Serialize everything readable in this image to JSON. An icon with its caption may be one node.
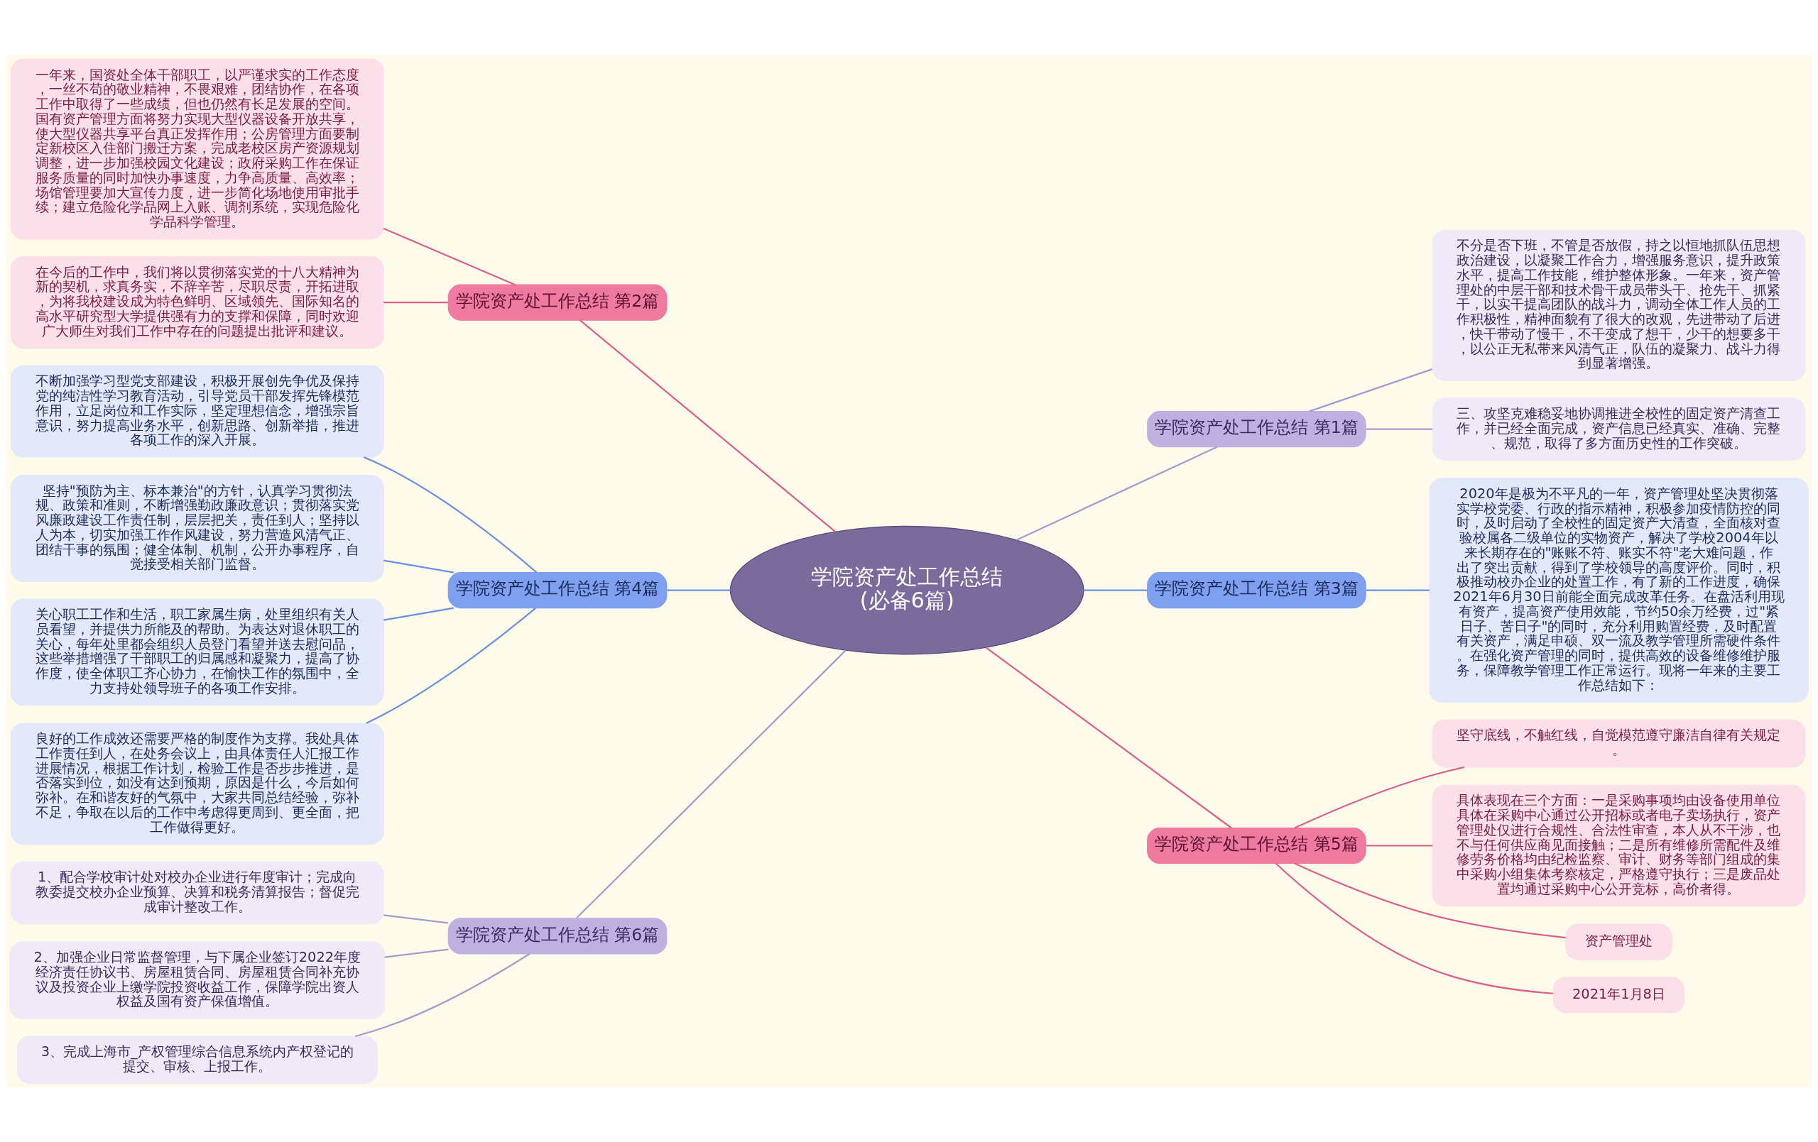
{
  "diagram": {
    "nodes": [
      {
        "text": [
          "学院资产处工作总结(必备6篇)"
        ]
      },
      {
        "text": [
          "学院资产处工作总结 第1篇"
        ]
      },
      {
        "text": [
          "不分是否下班，不管是否放假，持之以恒地抓队伍思想政治建设，以凝聚工作合力，增强服务意识，提升政策水平，提高工作技能，维护整体形象。一年来，资产管理处的中层干部和技术骨干成员带头干、抢先干、抓紧干，以实干提高团队的战斗力，调动全体工作人员的工作积极性，精神面貌有了很大的改观，先进带动了后进，快干带动了慢干，不干变成了想干，少干的想要多干，以公正无私带来风清气正，队伍的凝聚力、战斗力得到显著增强。"
        ]
      },
      {
        "text": [
          "三、攻坚克难稳妥地协调推进全校性的固定资产清查工作，并已经全面完成，资产信息已经真实、准确、完整、规范，取得了多方面历史性的工作突破。"
        ]
      },
      {
        "text": [
          "学院资产处工作总结 第3篇"
        ]
      },
      {
        "text": [
          "2020年是极为不平凡的一年，资产管理处坚决贯彻落实学校党委、行政的指示精神，积极参加疫情防控的同时，及时启动了全校性的固定资产大清查，全面核对查验校属各二级单位的实物资产，解决了学校2004年以来长期存在的\"账账不符、账实不符\"老大难问题，作出了突出贡献，得到了学校领导的高度评价。同时，积极推动校办企业的处置工作，有了新的工作进度，确保2021年6月30日前能全面完成改革任务。在盘活利用现有资产，提高资产使用效能，节约50余万经费，过\"紧日子、苦日子\"的同时，充分利用购置经费，及时配置有关资产，满足申硕、双一流及教学管理所需硬件条件。在强化资产管理的同时，提供高效的设备维修维护服务，保障教学管理工作正常运行。现将一年来的主要工作总结如下："
        ]
      },
      {
        "text": [
          "学院资产处工作总结 第5篇"
        ]
      },
      {
        "text": [
          "坚守底线，不触红线，自觉模范遵守廉洁自律有关规定。"
        ]
      },
      {
        "text": [
          "具体表现在三个方面：一是采购事项均由设备使用单位具体在采购中心通过公开招标或者电子卖场执行，资产管理处仅进行合规性、合法性审查，本人从不干涉，也不与任何供应商见面接触；二是所有维修所需配件及维修劳务价格均由纪检监察、审计、财务等部门组成的集中采购小组集体考察核定，严格遵守执行；三是废品处置均通过采购中心公开竞标，高价者得。"
        ]
      },
      {
        "text": [
          "资产管理处"
        ]
      },
      {
        "text": [
          "2021年1月8日"
        ]
      },
      {
        "text": [
          "学院资产处工作总结 第2篇"
        ]
      },
      {
        "text": [
          "一年来，国资处全体干部职工，以严谨求实的工作态度，一丝不苟的敬业精神，不畏艰难，团结协作，在各项工作中取得了一些成绩，但也仍然有长足发展的空间。国有资产管理方面将努力实现大型仪器设备开放共享，使大型仪器共享平台真正发挥作用；公房管理方面要制定新校区入住部门搬迁方案，完成老校区房产资源规划调整，进一步加强校园文化建设；政府采购工作在保证服务质量的同时加快办事速度，力争高质量、高效率；场馆管理要加大宣传力度，进一步简化场地使用审批手续；建立危险化学品网上入账、调剂系统，实现危险化学品科学管理。"
        ]
      },
      {
        "text": [
          "在今后的工作中，我们将以贯彻落实党的十八大精神为新的契机，求真务实，不辞辛苦，尽职尽责，开拓进取，为将我校建设成为特色鲜明、区域领先、国际知名的高水平研究型大学提供强有力的支撑和保障，同时欢迎广大师生对我们工作中存在的问题提出批评和建议。"
        ]
      },
      {
        "text": [
          "学院资产处工作总结 第4篇"
        ]
      },
      {
        "text": [
          "不断加强学习型党支部建设，积极开展创先争优及保持党的纯洁性学习教育活动，引导党员干部发挥先锋模范作用，立足岗位和工作实际，坚定理想信念，增强宗旨意识，努力提高业务水平，创新思路、创新举措，推进各项工作的深入开展。"
        ]
      },
      {
        "text": [
          "坚持\"预防为主、标本兼治\"的方针，认真学习贯彻法规、政策和准则，不断增强勤政廉政意识；贯彻落实党风廉政建设工作责任制，层层把关，责任到人；坚持以人为本，切实加强工作作风建设，努力营造风清气正、团结干事的氛围；健全体制、机制，公开办事程序，自觉接受相关部门监督。"
        ]
      },
      {
        "text": [
          "关心职工工作和生活，职工家属生病，处里组织有关人员看望，并提供力所能及的帮助。为表达对退休职工的关心，每年处里都会组织人员登门看望并送去慰问品，这些举措增强了干部职工的归属感和凝聚力，提高了协作度，使全体职工齐心协力，在愉快工作的氛围中，全力支持处领导班子的各项工作安排。"
        ]
      },
      {
        "text": [
          "良好的工作成效还需要严格的制度作为支撑。我处具体工作责任到人，在处务会议上，由具体责任人汇报工作进展情况，根据工作计划，检验工作是否步步推进，是否落实到位，如没有达到预期，原因是什么，今后如何弥补。在和谐友好的气氛中，大家共同总结经验，弥补不足，争取在以后的工作中考虑得更周到、更全面，把工作做得更好。"
        ]
      },
      {
        "text": [
          "学院资产处工作总结 第6篇"
        ]
      },
      {
        "text": [
          "1、配合学校审计处对校办企业进行年度审计；完成向教委提交校办企业预算、决算和税务清算报告；督促完成审计整改工作。"
        ]
      },
      {
        "text": [
          "2、加强企业日常监督管理，与下属企业签订2022年度经济责任协议书、房屋租赁合同、房屋租赁合同补充协议及投资企业上缴学院投资收益工作，保障学院出资人权益及国有资产保值增值。"
        ]
      },
      {
        "text": [
          "3、完成上海市_产权管理综合信息系统内产权登记的提交、审核、上报工作。"
        ]
      }
    ],
    "edges": [
      {
        "from": 0,
        "to": 1,
        "arrow": "none",
        "color": "#a898d0"
      },
      {
        "from": 1,
        "to": 2,
        "arrow": "none",
        "color": "#a898d0"
      },
      {
        "from": 1,
        "to": 3,
        "arrow": "none",
        "color": "#a898d0"
      },
      {
        "from": 0,
        "to": 4,
        "arrow": "none",
        "color": "#6d8fe0"
      },
      {
        "from": 4,
        "to": 5,
        "arrow": "none",
        "color": "#6d8fe0"
      },
      {
        "from": 0,
        "to": 6,
        "arrow": "none"
      },
      {
        "from": 6,
        "to": 7,
        "arrow": "none"
      },
      {
        "from": 6,
        "to": 8,
        "arrow": "none"
      },
      {
        "from": 6,
        "to": 9,
        "arrow": "none"
      },
      {
        "from": 6,
        "to": 10,
        "arrow": "none"
      },
      {
        "from": 0,
        "to": 11,
        "arrow": "none"
      },
      {
        "from": 11,
        "to": 12,
        "arrow": "none"
      },
      {
        "from": 11,
        "to": 13,
        "arrow": "none"
      },
      {
        "from": 0,
        "to": 14,
        "arrow": "none",
        "color": "#6d8fe0"
      },
      {
        "from": 14,
        "to": 15,
        "arrow": "none",
        "color": "#6d8fe0"
      },
      {
        "from": 14,
        "to": 16,
        "arrow": "none",
        "color": "#6d8fe0"
      },
      {
        "from": 14,
        "to": 17,
        "arrow": "none",
        "color": "#6d8fe0"
      },
      {
        "from": 14,
        "to": 18,
        "arrow": "none",
        "color": "#6d8fe0"
      },
      {
        "from": 0,
        "to": 19,
        "arrow": "none",
        "color": "#a898d0"
      },
      {
        "from": 19,
        "to": 20,
        "arrow": "none",
        "color": "#a898d0"
      },
      {
        "from": 19,
        "to": 21,
        "arrow": "none",
        "color": "#a898d0"
      },
      {
        "from": 19,
        "to": 22,
        "arrow": "none",
        "color": "#a898d0"
      }
    ]
  }
}
